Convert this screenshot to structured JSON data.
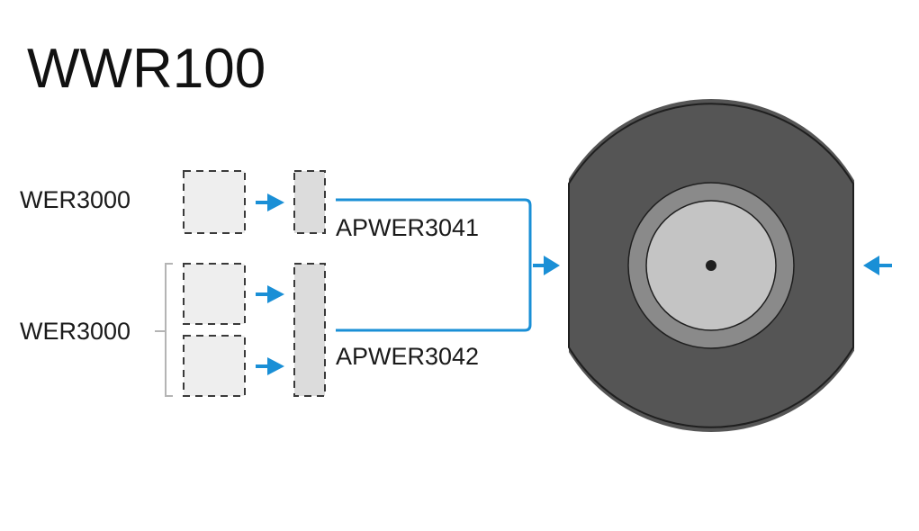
{
  "title": "WWR100",
  "labels": {
    "group1": "WER3000",
    "group2": "WER3000",
    "output1": "APWER3041",
    "output2": "APWER3042"
  },
  "colors": {
    "accent": "#1a8fd6",
    "reel_outer": "#555555",
    "reel_outline": "#1f1f1f",
    "reel_hub_ring": "#8a8a8a",
    "reel_hub": "#c4c4c4"
  },
  "icons": {
    "arrow": "arrow-right-icon",
    "arrow_reverse": "arrow-left-icon"
  }
}
